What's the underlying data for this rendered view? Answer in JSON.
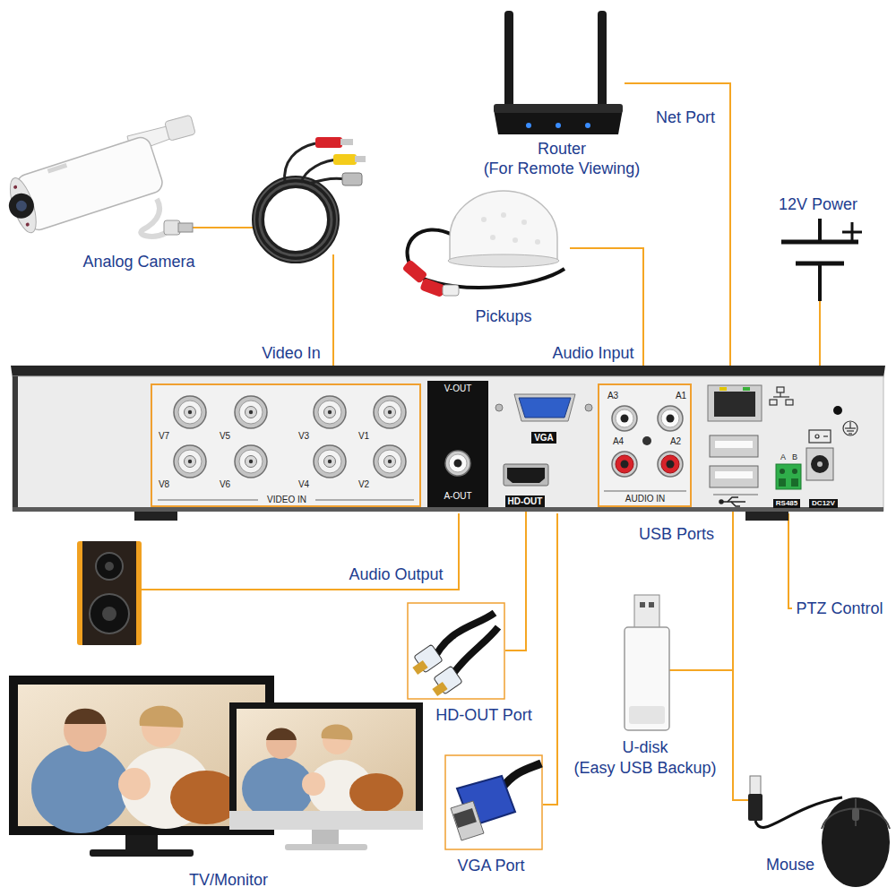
{
  "diagram": {
    "nodes": [
      {
        "text": [
          "V7",
          "V5",
          "V3",
          "V1",
          "V8",
          "V6",
          "V4",
          "V2",
          "VIDEO IN"
        ]
      },
      {
        "text": [
          "V-OUT",
          "A-OUT"
        ]
      },
      {
        "text": [
          "VGA"
        ]
      },
      {
        "text": [
          "HD-OUT"
        ]
      },
      {
        "text": [
          "A3",
          "A1",
          "A4",
          "A2",
          "AUDIO IN"
        ]
      },
      {
        "text": [
          "RS485"
        ]
      },
      {
        "text": [
          "DC12V"
        ]
      }
    ],
    "labels": [
      "Net Port",
      "Router",
      "(For Remote Viewing)",
      "12V Power",
      "Analog Camera",
      "Pickups",
      "Video In",
      "Audio Input",
      "USB Ports",
      "A",
      "B",
      "Audio Output",
      "PTZ Control",
      "HD-OUT Port",
      "U-disk",
      "(Easy USB Backup)",
      "VGA Port",
      "TV/Monitor",
      "Mouse"
    ]
  }
}
